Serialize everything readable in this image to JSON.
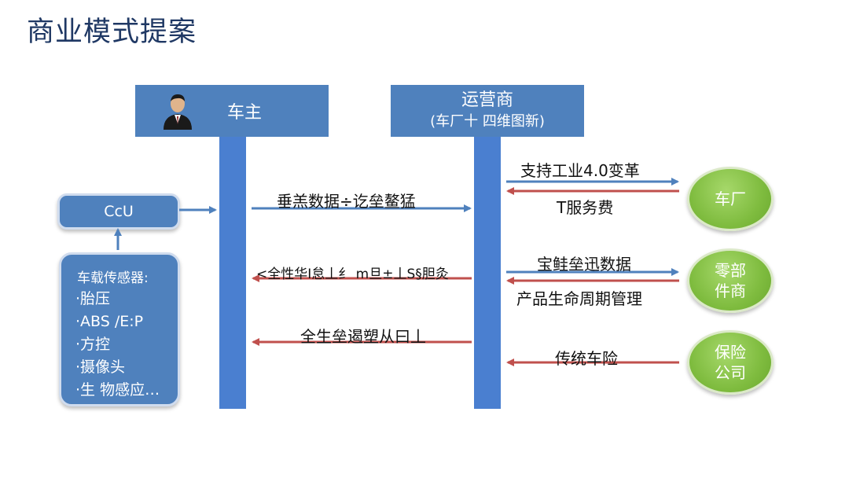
{
  "title": "商业模式提案",
  "owner": {
    "label": "车主",
    "avatar_icon": "person-avatar-icon"
  },
  "operator": {
    "line1": "运营商",
    "line2": "(车厂十 四维图新)"
  },
  "ccu": {
    "label": "CcU"
  },
  "sensors": {
    "heading": "车载传感器:",
    "items": [
      "·胎压",
      "·ABS /E:P",
      "·方控",
      "·摄像头",
      "·生 物感应…"
    ]
  },
  "owner_to_operator": {
    "label": "垂羔数据÷讫垒鳌猛"
  },
  "operator_to_owner_1": {
    "label": "<全性华I怠丄纟 m旦±丄S§胆灸"
  },
  "operator_to_owner_2": {
    "label": "全生垒遏塑从曰丄"
  },
  "factory": {
    "name": "车厂",
    "to_label": "支持工业4.0变革",
    "from_label": "T服务费"
  },
  "parts": {
    "name_line1": "零部",
    "name_line2": "件商",
    "to_label": "宝鲑垒迅数据",
    "from_label": "产品生命周期管理"
  },
  "insurance": {
    "name_line1": "保险",
    "name_line2": "公司",
    "from_label": "传统车险"
  },
  "colors": {
    "blue_arrow": "#4f81bd",
    "red_arrow": "#c0504d",
    "header": "#4f81bd",
    "green": "#7fbc3f",
    "title": "#1f3864"
  }
}
